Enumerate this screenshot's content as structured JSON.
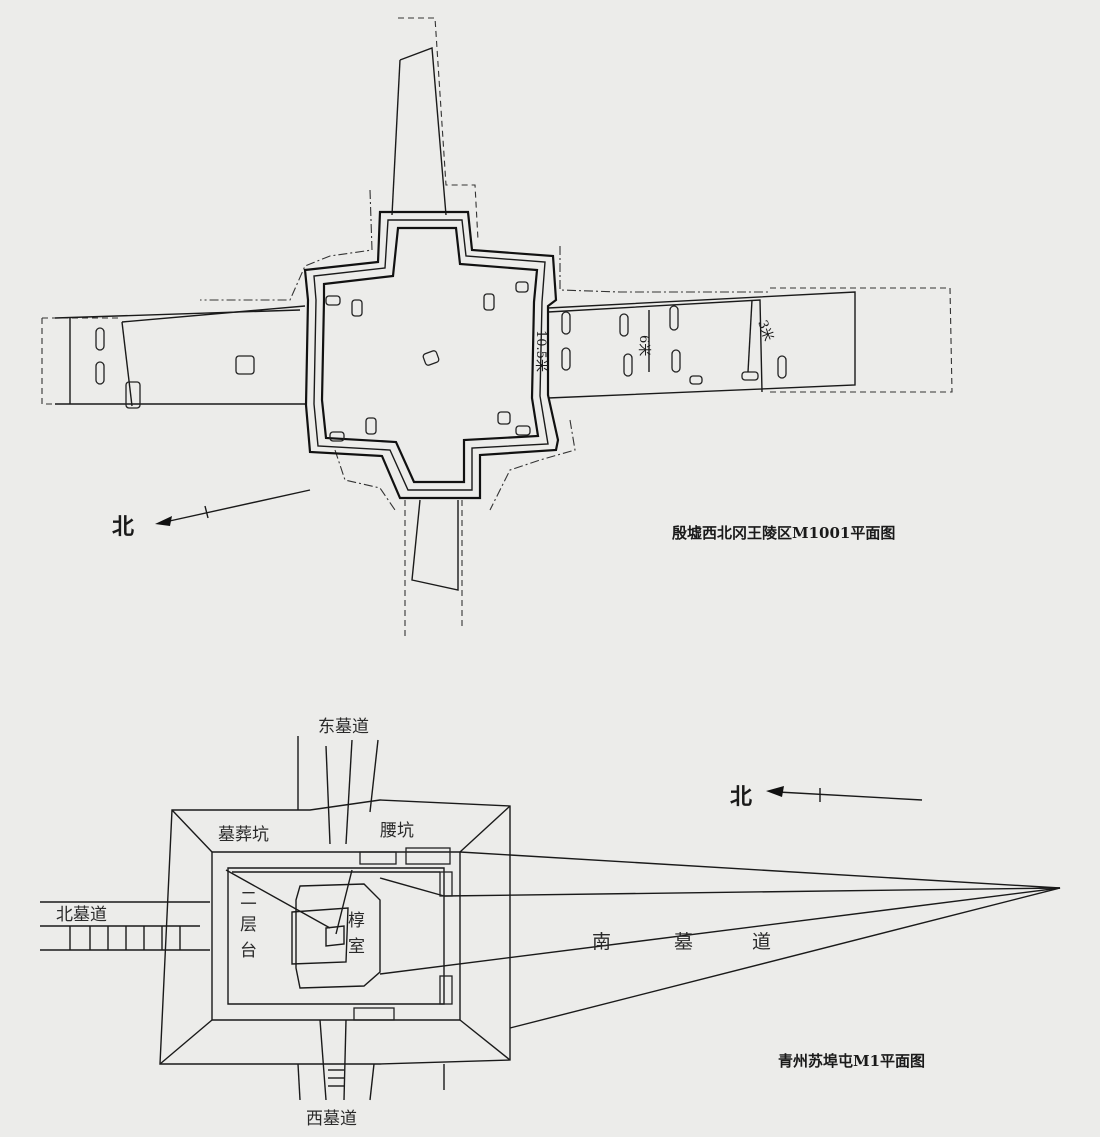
{
  "plan_top": {
    "caption": "殷墟西北冈王陵区M1001平面图",
    "north_label": "北",
    "dimensions": [
      "10.5米",
      "6米",
      "3米"
    ]
  },
  "plan_bottom": {
    "caption": "青州苏埠屯M1平面图",
    "north_label": "北",
    "labels": {
      "east_ramp": "东墓道",
      "west_ramp": "西墓道",
      "north_ramp": "北墓道",
      "south_ramp": "南墓道",
      "grave_pit": "墓葬坑",
      "waist_pit": "腰坑",
      "second_tier_chars": [
        "二",
        "层",
        "台"
      ],
      "chamber_chars": [
        "椁",
        "室"
      ],
      "south_ramp_chars": [
        "南",
        "墓",
        "道"
      ]
    }
  }
}
